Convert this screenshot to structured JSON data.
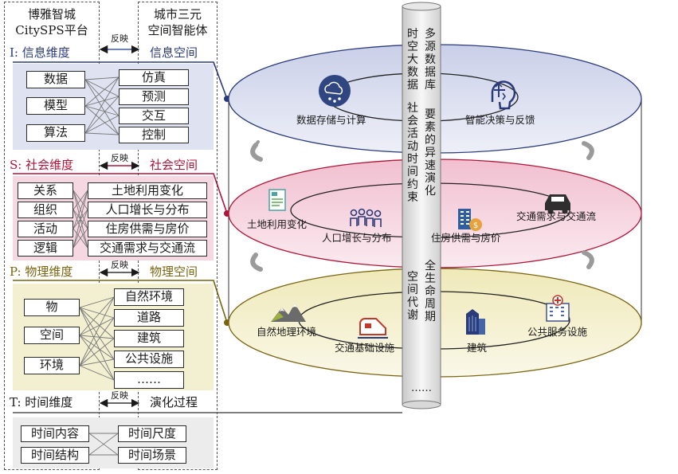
{
  "left": {
    "header_left": [
      "博雅智城",
      "CitySPS平台"
    ],
    "header_right": [
      "城市三元",
      "空间智能体"
    ],
    "header_feedback": "反映",
    "info": {
      "dim_label": "I: 信息维度",
      "space_label": "信息空间",
      "feedback": "",
      "left_items": [
        "数据",
        "模型",
        "算法"
      ],
      "right_items": [
        "仿真",
        "预测",
        "交互",
        "控制"
      ]
    },
    "social": {
      "dim_label": "S: 社会维度",
      "feedback": "反映",
      "space_label": "社会空间",
      "left_items": [
        "关系",
        "组织",
        "活动",
        "逻辑"
      ],
      "right_items": [
        "土地利用变化",
        "人口增长与分布",
        "住房供需与房价",
        "交通需求与交通流"
      ]
    },
    "physical": {
      "dim_label": "P: 物理维度",
      "feedback": "反映",
      "space_label": "物理空间",
      "left_items": [
        "物",
        "空间",
        "环境"
      ],
      "right_items": [
        "自然环境",
        "道路",
        "建筑",
        "公共设施",
        "……"
      ]
    },
    "time": {
      "dim_label": "T: 时间维度",
      "feedback": "反映",
      "space_label": "演化过程",
      "left_items": [
        "时间内容",
        "时间结构"
      ],
      "right_items": [
        "时间尺度",
        "时间场景"
      ]
    }
  },
  "right": {
    "pillar_top_a": [
      "时",
      "空",
      "大",
      "数",
      "据"
    ],
    "pillar_top_b": [
      "多",
      "源",
      "数",
      "据",
      "库"
    ],
    "pillar_mid_a": [
      "社",
      "会",
      "活",
      "动",
      "时",
      "间",
      "约",
      "束"
    ],
    "pillar_mid_b": [
      "要",
      "素",
      "的",
      "异",
      "速",
      "演",
      "化"
    ],
    "pillar_low_a": [
      "空",
      "间",
      "代",
      "谢"
    ],
    "pillar_low_b": [
      "全",
      "生",
      "命",
      "周",
      "期"
    ],
    "pillar_bottom": "……",
    "info_layer": {
      "items": [
        {
          "label": "数据存储与计算",
          "icon": "cloud-network-icon"
        },
        {
          "label": "智能决策与反馈",
          "icon": "ai-head-icon"
        }
      ]
    },
    "social_layer": {
      "items": [
        {
          "label": "土地利用变化",
          "icon": "document-icon"
        },
        {
          "label": "人口增长与分布",
          "icon": "people-icon"
        },
        {
          "label": "住房供需与房价",
          "icon": "building-price-icon"
        },
        {
          "label": "交通需求与交通流",
          "icon": "car-icon"
        }
      ]
    },
    "physical_layer": {
      "items": [
        {
          "label": "自然地理环境",
          "icon": "mountain-icon"
        },
        {
          "label": "交通基础设施",
          "icon": "train-icon"
        },
        {
          "label": "建筑",
          "icon": "skyscraper-icon"
        },
        {
          "label": "公共服务设施",
          "icon": "hospital-icon"
        }
      ]
    }
  },
  "colors": {
    "info": "#2a3a7a",
    "social": "#b0143a",
    "physical": "#7a6410",
    "time": "#333333",
    "info_fill": "#dfe3f1",
    "social_fill": "#f6d8e3",
    "physical_fill": "#f3f0d2"
  }
}
